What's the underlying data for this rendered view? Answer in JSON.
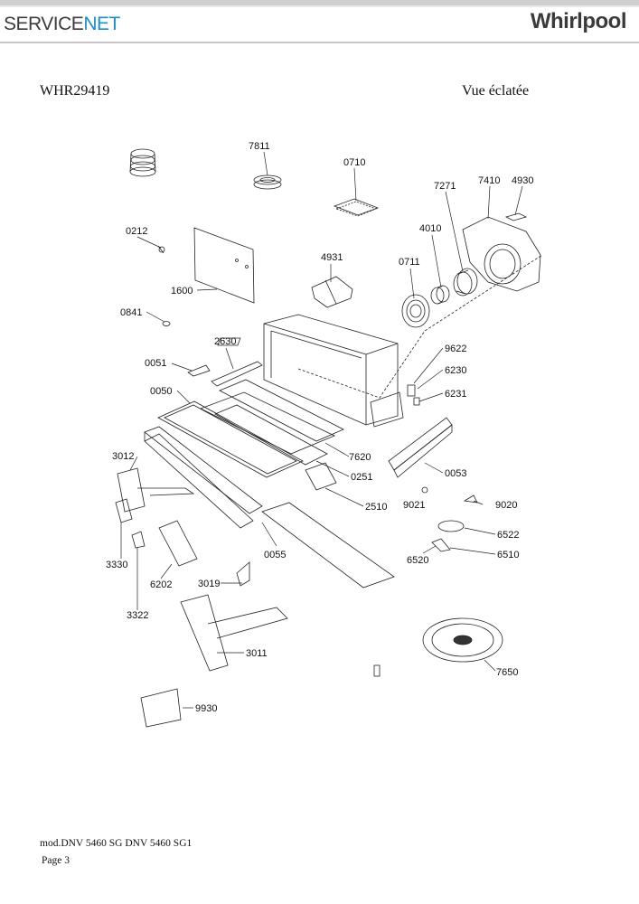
{
  "header": {
    "servicenet_a": "SERVICE",
    "servicenet_b": "NET",
    "brand": "Whirlpool"
  },
  "model": "WHR29419",
  "view_title": "Vue éclatée",
  "footer": {
    "models": "mod.DNV 5460 SG DNV 5460 SG1",
    "page": "Page 3"
  },
  "parts": [
    "7811",
    "0710",
    "7271",
    "7410",
    "4930",
    "0212",
    "4010",
    "1600",
    "4931",
    "0711",
    "0841",
    "2630",
    "9622",
    "0051",
    "6230",
    "0050",
    "6231",
    "7620",
    "3012",
    "0251",
    "0053",
    "9021",
    "2510",
    "9020",
    "3330",
    "6522",
    "0055",
    "6520",
    "6510",
    "6202",
    "3019",
    "3322",
    "3011",
    "7650",
    "9930"
  ]
}
